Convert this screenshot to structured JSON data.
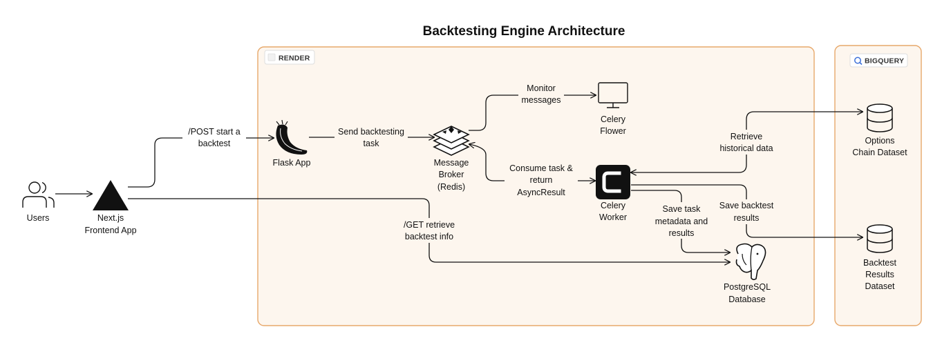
{
  "title": "Backtesting Engine Architecture",
  "containers": {
    "render": "RENDER",
    "bigquery": "BIGQUERY"
  },
  "nodes": {
    "users": [
      "Users"
    ],
    "nextjs": [
      "Next.js",
      "Frontend App"
    ],
    "flask": [
      "Flask App"
    ],
    "broker": [
      "Message",
      "Broker",
      "(Redis)"
    ],
    "flower": [
      "Celery",
      "Flower"
    ],
    "worker": [
      "Celery",
      "Worker"
    ],
    "postgres": [
      "PostgreSQL",
      "Database"
    ],
    "options": [
      "Options",
      "Chain Dataset"
    ],
    "results": [
      "Backtest",
      "Results",
      "Dataset"
    ]
  },
  "edges": {
    "post": [
      "/POST start a",
      "backtest"
    ],
    "get": [
      "/GET retrieve",
      "backtest info"
    ],
    "send": [
      "Send backtesting",
      "task"
    ],
    "monitor": [
      "Monitor",
      "messages"
    ],
    "consume": [
      "Consume task &",
      "return",
      "AsyncResult"
    ],
    "retrieve": [
      "Retrieve",
      "historical data"
    ],
    "save_meta": [
      "Save task",
      "metadata and",
      "results"
    ],
    "save_results": [
      "Save backtest",
      "results"
    ]
  },
  "colors": {
    "container_fill": "#fdf6ee",
    "container_border": "#e7a86a",
    "line": "#111111"
  },
  "icons": {
    "users": "users-icon",
    "nextjs": "nextjs-triangle-icon",
    "flask": "flask-horn-icon",
    "broker": "redis-stack-icon",
    "flower": "monitor-icon",
    "worker": "celery-c-icon",
    "postgres": "postgresql-elephant-icon",
    "options": "database-cylinder-icon",
    "results": "database-cylinder-icon",
    "bigquery": "bigquery-search-icon",
    "render": "render-logo-icon"
  }
}
